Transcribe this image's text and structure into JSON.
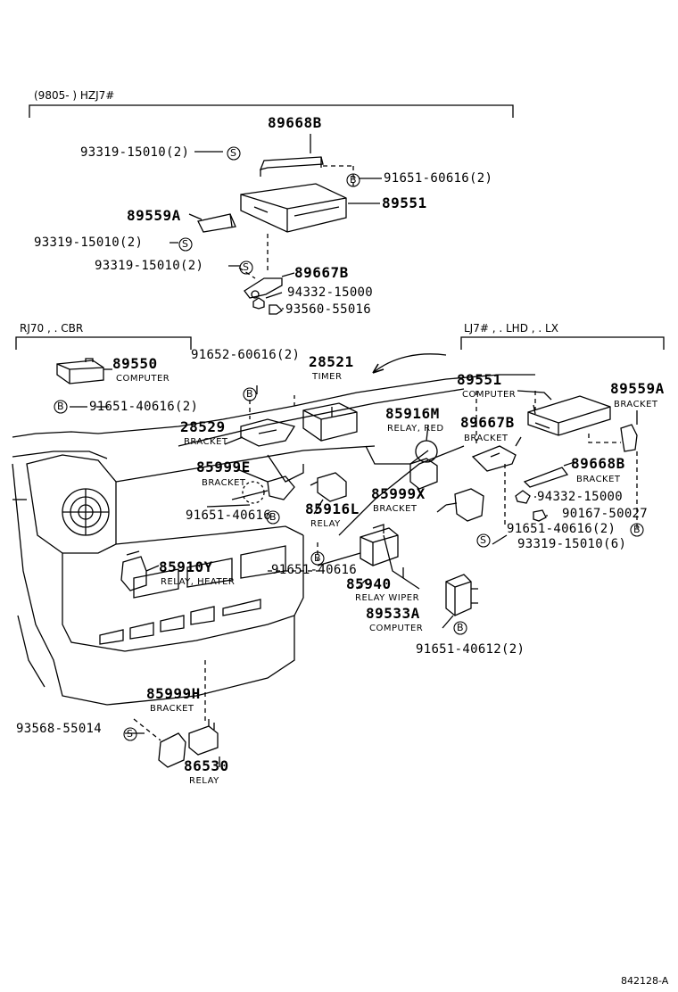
{
  "headers": {
    "hzj": "(9805-      ) HZJ7#",
    "rj": "RJ70 , . CBR",
    "lj": "LJ7# , . LHD , . LX"
  },
  "parts": {
    "p89668B_top": "89668B",
    "p93319_a": "93319-15010(2)",
    "p91651_60616": "91651-60616(2)",
    "p89559A_top": "89559A",
    "p89551_top": "89551",
    "p93319_b": "93319-15010(2)",
    "p93319_c": "93319-15010(2)",
    "p89667B_top": "89667B",
    "p94332_top": "94332-15000",
    "p93560": "93560-55016",
    "p89550": "89550",
    "p89550_desc": "COMPUTER",
    "p91651_40616_2a": "91651-40616(2)",
    "p91652": "91652-60616(2)",
    "p28521": "28521",
    "p28521_desc": "TIMER",
    "p28529": "28529",
    "p28529_desc": "BRACKET",
    "p85916M": "85916M",
    "p85916M_desc": "RELAY, RED",
    "p85999E": "85999E",
    "p85999E_desc": "BRACKET",
    "p91651_40616_x": "91651-40616",
    "p85916L": "85916L",
    "p85916L_desc": "RELAY",
    "p85999X": "85999X",
    "p85999X_desc": "BRACKET",
    "p85910Y": "85910Y",
    "p85910Y_desc": "RELAY, HEATER",
    "p91651_40616_y": "91651-40616",
    "p85940": "85940",
    "p85940_desc": "RELAY WIPER",
    "p89533A": "89533A",
    "p89533A_desc": "COMPUTER",
    "p91651_40612": "91651-40612(2)",
    "p89551_r": "89551",
    "p89551_r_desc": "COMPUTER",
    "p89559A_r": "89559A",
    "p89559A_r_desc": "BRACKET",
    "p89667B_r": "89667B",
    "p89667B_r_desc": "BRACKET",
    "p89668B_r": "89668B",
    "p89668B_r_desc": "BRACKET",
    "p94332_r": "94332-15000",
    "p90167": "90167-50027",
    "p91651_40616_2r": "91651-40616(2)",
    "p93319_6": "93319-15010(6)",
    "p85999H": "85999H",
    "p85999H_desc": "BRACKET",
    "p93568": "93568-55014",
    "p86530": "86530",
    "p86530_desc": "RELAY"
  },
  "symbols": {
    "s": "S",
    "b": "B"
  },
  "ref_code": "842128-A"
}
